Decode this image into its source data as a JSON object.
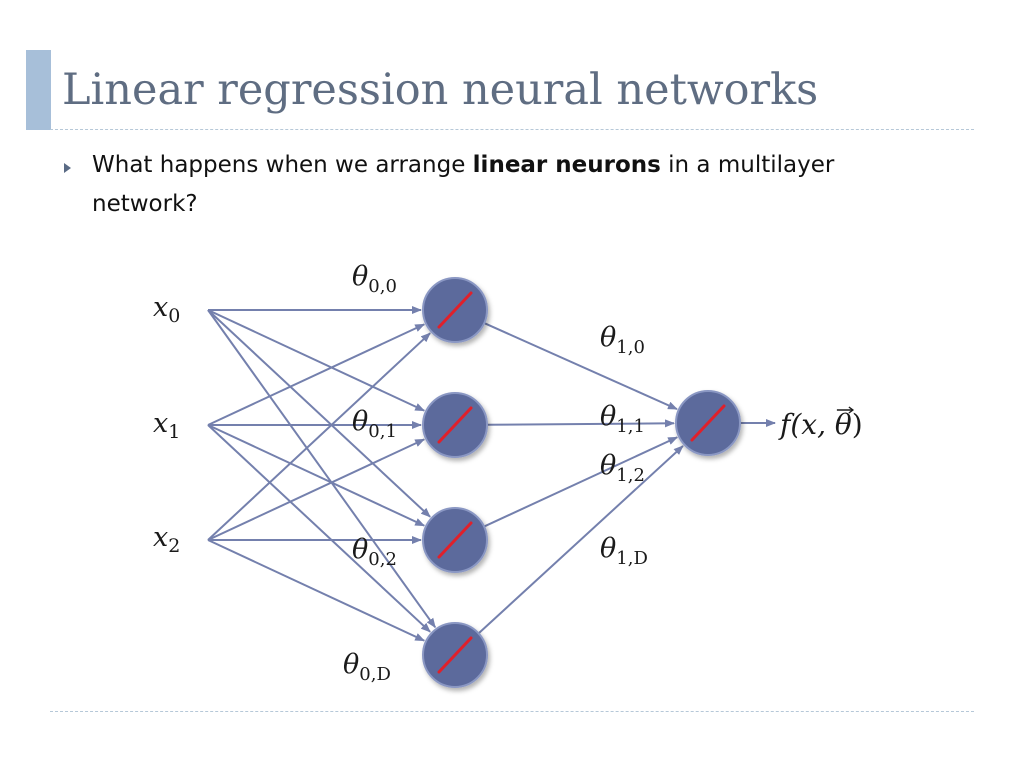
{
  "slide": {
    "title": "Linear regression neural networks",
    "accent_color": "#a7bfd9"
  },
  "bullet": {
    "text_before": "What happens when we arrange ",
    "text_bold": "linear neurons",
    "text_after": " in a multilayer network?"
  },
  "diagram": {
    "inputs": [
      {
        "name": "x",
        "sub": "0"
      },
      {
        "name": "x",
        "sub": "1"
      },
      {
        "name": "x",
        "sub": "2"
      }
    ],
    "hidden_layer_weights": [
      {
        "name": "θ",
        "sub": "0,0"
      },
      {
        "name": "θ",
        "sub": "0,1"
      },
      {
        "name": "θ",
        "sub": "0,2"
      },
      {
        "name": "θ",
        "sub": "0,D"
      }
    ],
    "output_layer_weights": [
      {
        "name": "θ",
        "sub": "1,0"
      },
      {
        "name": "θ",
        "sub": "1,1"
      },
      {
        "name": "θ",
        "sub": "1,2"
      },
      {
        "name": "θ",
        "sub": "1,D"
      }
    ],
    "output": {
      "f": "f",
      "open": "(x, ",
      "theta": "θ",
      "close": ")"
    },
    "colors": {
      "neuron_fill": "#5c6a9c",
      "neuron_stroke": "#8a97c3",
      "neuron_slash": "#e0202a",
      "edge": "#7480ad"
    }
  }
}
